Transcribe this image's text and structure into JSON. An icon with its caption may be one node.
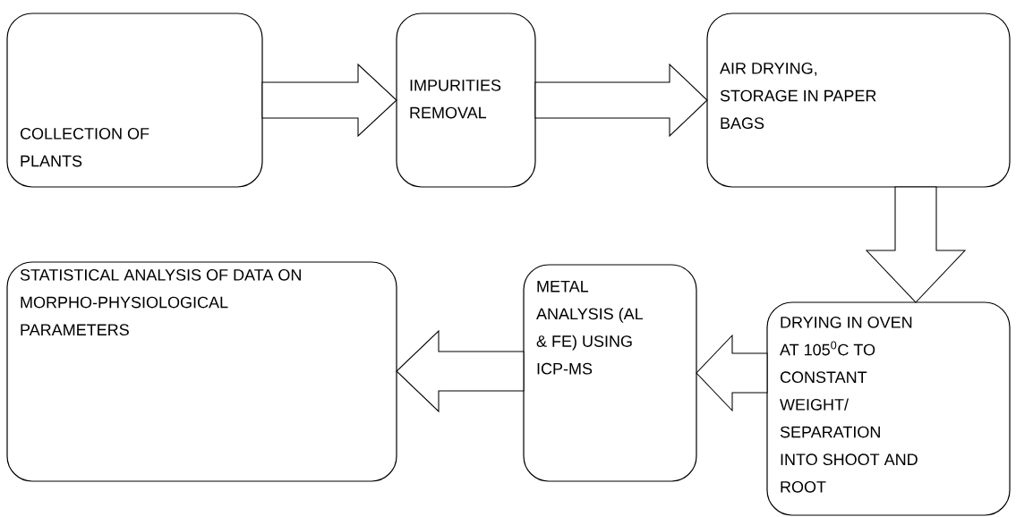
{
  "diagram": {
    "nodes": [
      {
        "text": [
          "COLLECTION OF PLANTS"
        ]
      },
      {
        "text": [
          "IMPURITIES REMOVAL"
        ]
      },
      {
        "text": [
          "AIR DRYING, STORAGE IN PAPER BAGS"
        ]
      },
      {
        "text": [
          "DRYING IN OVEN AT 105$^{0}$C TO CONSTANT WEIGHT/ SEPARATION INTO SHOOT AND ROOT"
        ]
      },
      {
        "text": [
          "METAL ANALYSIS (AL & FE) USING ICP-MS"
        ]
      },
      {
        "text": [
          "STATISTICAL ANALYSIS OF DATA ON MORPHO-PHYSIOLOGICAL PARAMETERS"
        ]
      }
    ],
    "edges": [
      {
        "from": 0,
        "to": 1,
        "arrow": "to"
      },
      {
        "from": 1,
        "to": 2,
        "arrow": "to"
      },
      {
        "from": 2,
        "to": 3,
        "arrow": "to"
      },
      {
        "from": 3,
        "to": 4,
        "arrow": "to"
      },
      {
        "from": 4,
        "to": 5,
        "arrow": "to"
      }
    ]
  }
}
